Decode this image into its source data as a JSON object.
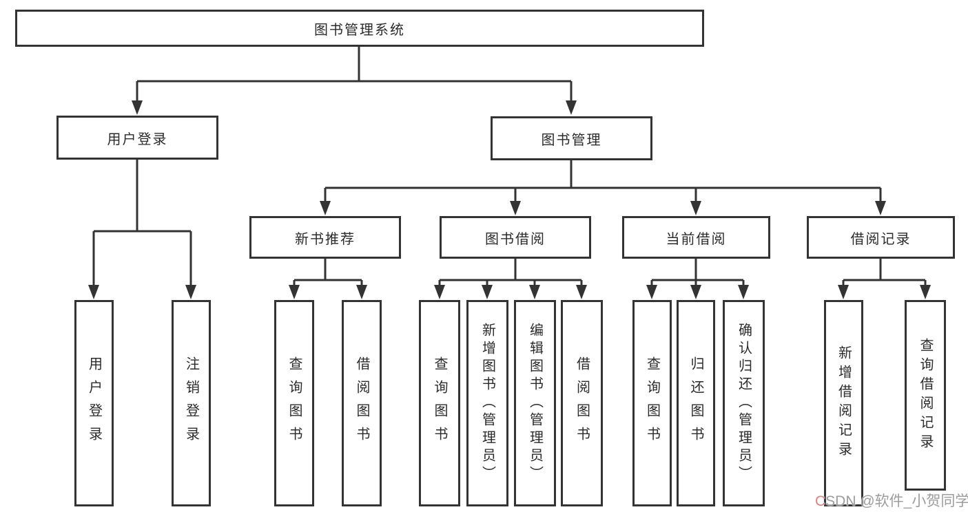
{
  "diagram": {
    "root": {
      "label": "图书管理系统"
    },
    "branches": [
      {
        "label": "用户登录",
        "children": [
          {
            "label": "用户登录"
          },
          {
            "label": "注销登录"
          }
        ]
      },
      {
        "label": "图书管理",
        "sections": [
          {
            "label": "新书推荐",
            "children": [
              {
                "label": "查询图书"
              },
              {
                "label": "借阅图书"
              }
            ]
          },
          {
            "label": "图书借阅",
            "children": [
              {
                "label": "查询图书"
              },
              {
                "label": "新增图书（管理员）"
              },
              {
                "label": "编辑图书（管理员）"
              },
              {
                "label": "借阅图书"
              }
            ]
          },
          {
            "label": "当前借阅",
            "children": [
              {
                "label": "查询图书"
              },
              {
                "label": "归还图书"
              },
              {
                "label": "确认归还（管理员）"
              }
            ]
          },
          {
            "label": "借阅记录",
            "children": [
              {
                "label": "新增借阅记录"
              },
              {
                "label": "查询借阅记录"
              }
            ]
          }
        ]
      }
    ]
  },
  "watermark": {
    "logo_c": "C",
    "rest": "SDN @软件_小贺同学"
  },
  "colors": {
    "line": "#333333",
    "text": "#2b2b2b",
    "box_bg": "#ffffff",
    "watermark": "#9c9c9c",
    "watermark_accent": "#e08080"
  }
}
